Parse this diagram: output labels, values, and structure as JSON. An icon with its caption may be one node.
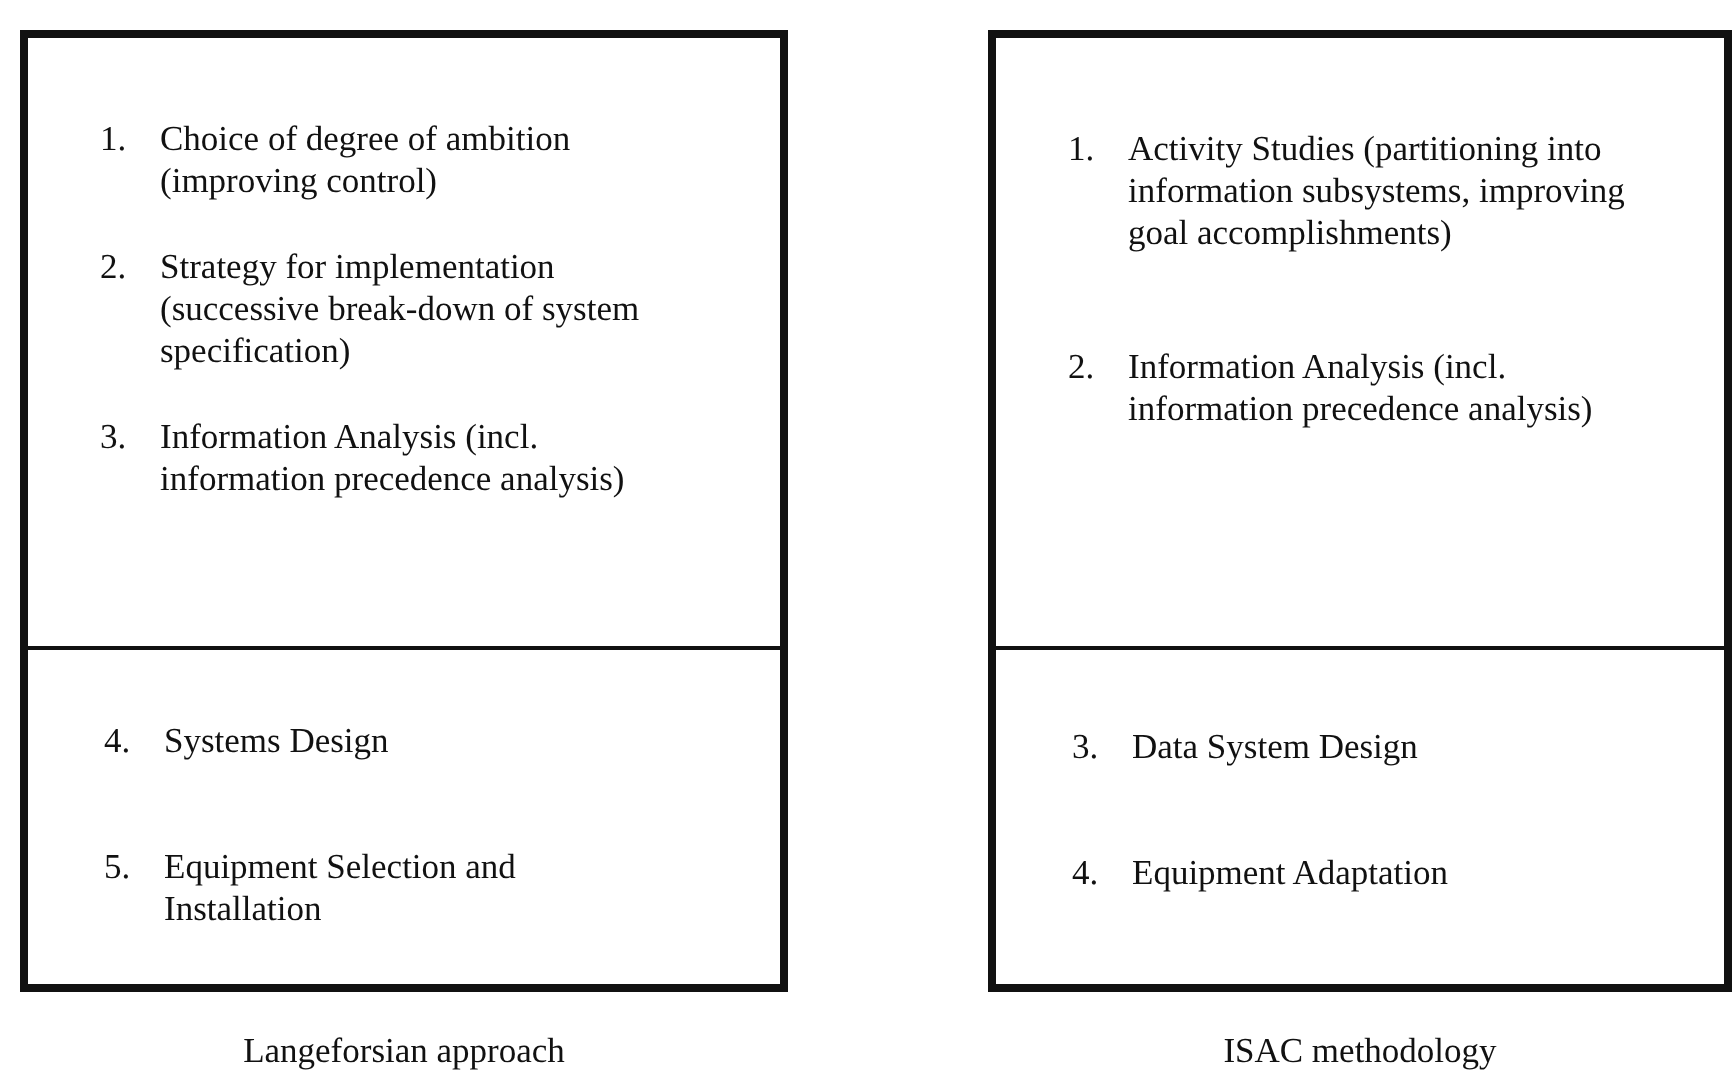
{
  "diagram": {
    "nodes": [
      {
        "text": [],
        "shape": "box",
        "beside": [
          "Langeforsian approach"
        ]
      },
      {
        "text": [
          "1.",
          "Choice of degree of ambition (improving control)",
          "2.",
          "Strategy for implementation (successive break-down of system specification)",
          "3.",
          "Information Analysis (incl. information precedence analysis)"
        ],
        "in": 0
      },
      {
        "text": [
          "4.",
          "Systems Design",
          "5.",
          "Equipment Selection and Installation"
        ],
        "in": 0
      },
      {
        "text": [],
        "shape": "box",
        "beside": [
          "ISAC methodology"
        ]
      },
      {
        "text": [
          "1.",
          "Activity Studies (partitioning into information subsystems, improving goal accomplishments)",
          "2.",
          "Information Analysis (incl. information precedence analysis)"
        ],
        "in": 3
      },
      {
        "text": [
          "3.",
          "Data System Design",
          "4.",
          "Equipment Adaptation"
        ],
        "in": 3
      }
    ]
  }
}
